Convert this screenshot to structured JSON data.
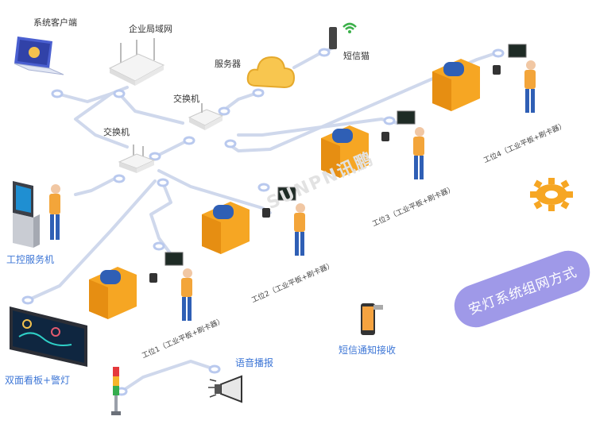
{
  "labels": {
    "client": "系统客户端",
    "lan": "企业局域网",
    "sms_cat": "短信猫",
    "server": "服务器",
    "switch1": "交换机",
    "switch2": "交换机",
    "kiosk": "工控服务机",
    "dashboard": "双面看板+警灯",
    "voice": "语音播报",
    "sms_notify": "短信通知接收",
    "station1": "工位1（工业平板+刷卡器）",
    "station2": "工位2（工业平板+刷卡器）",
    "station3": "工位3（工业平板+刷卡器）",
    "station4": "工位4（工业平板+刷卡器）"
  },
  "banner": "安灯系统组网方式",
  "watermark": "SUNPN讯鹏",
  "colors": {
    "line": "#cfd8ec",
    "dot": "#b9c9ee",
    "machine": "#f6a623",
    "worker_shirt": "#f3a53a",
    "worker_pants": "#2f5fb5",
    "banner": "#9f99e8",
    "gear": "#f6a623"
  }
}
